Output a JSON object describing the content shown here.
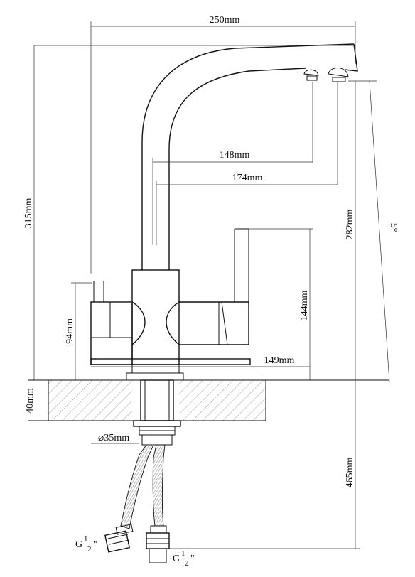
{
  "dimensions": {
    "width_total": "250mm",
    "spout_148": "148mm",
    "spout_174": "174mm",
    "height_total": "315mm",
    "spout_height": "282mm",
    "handle_height": "144mm",
    "base_height": "94mm",
    "handle_reach": "149mm",
    "deck_thickness": "40mm",
    "shank_diameter": "⌀35mm",
    "hose_length": "465mm",
    "swivel_angle": "5°"
  },
  "thread_labels": {
    "left": "G",
    "left_sup": "1",
    "left_sub": "2",
    "left_mark": "\"",
    "right": "G",
    "right_sup": "1",
    "right_sub": "2",
    "right_mark": "\""
  }
}
